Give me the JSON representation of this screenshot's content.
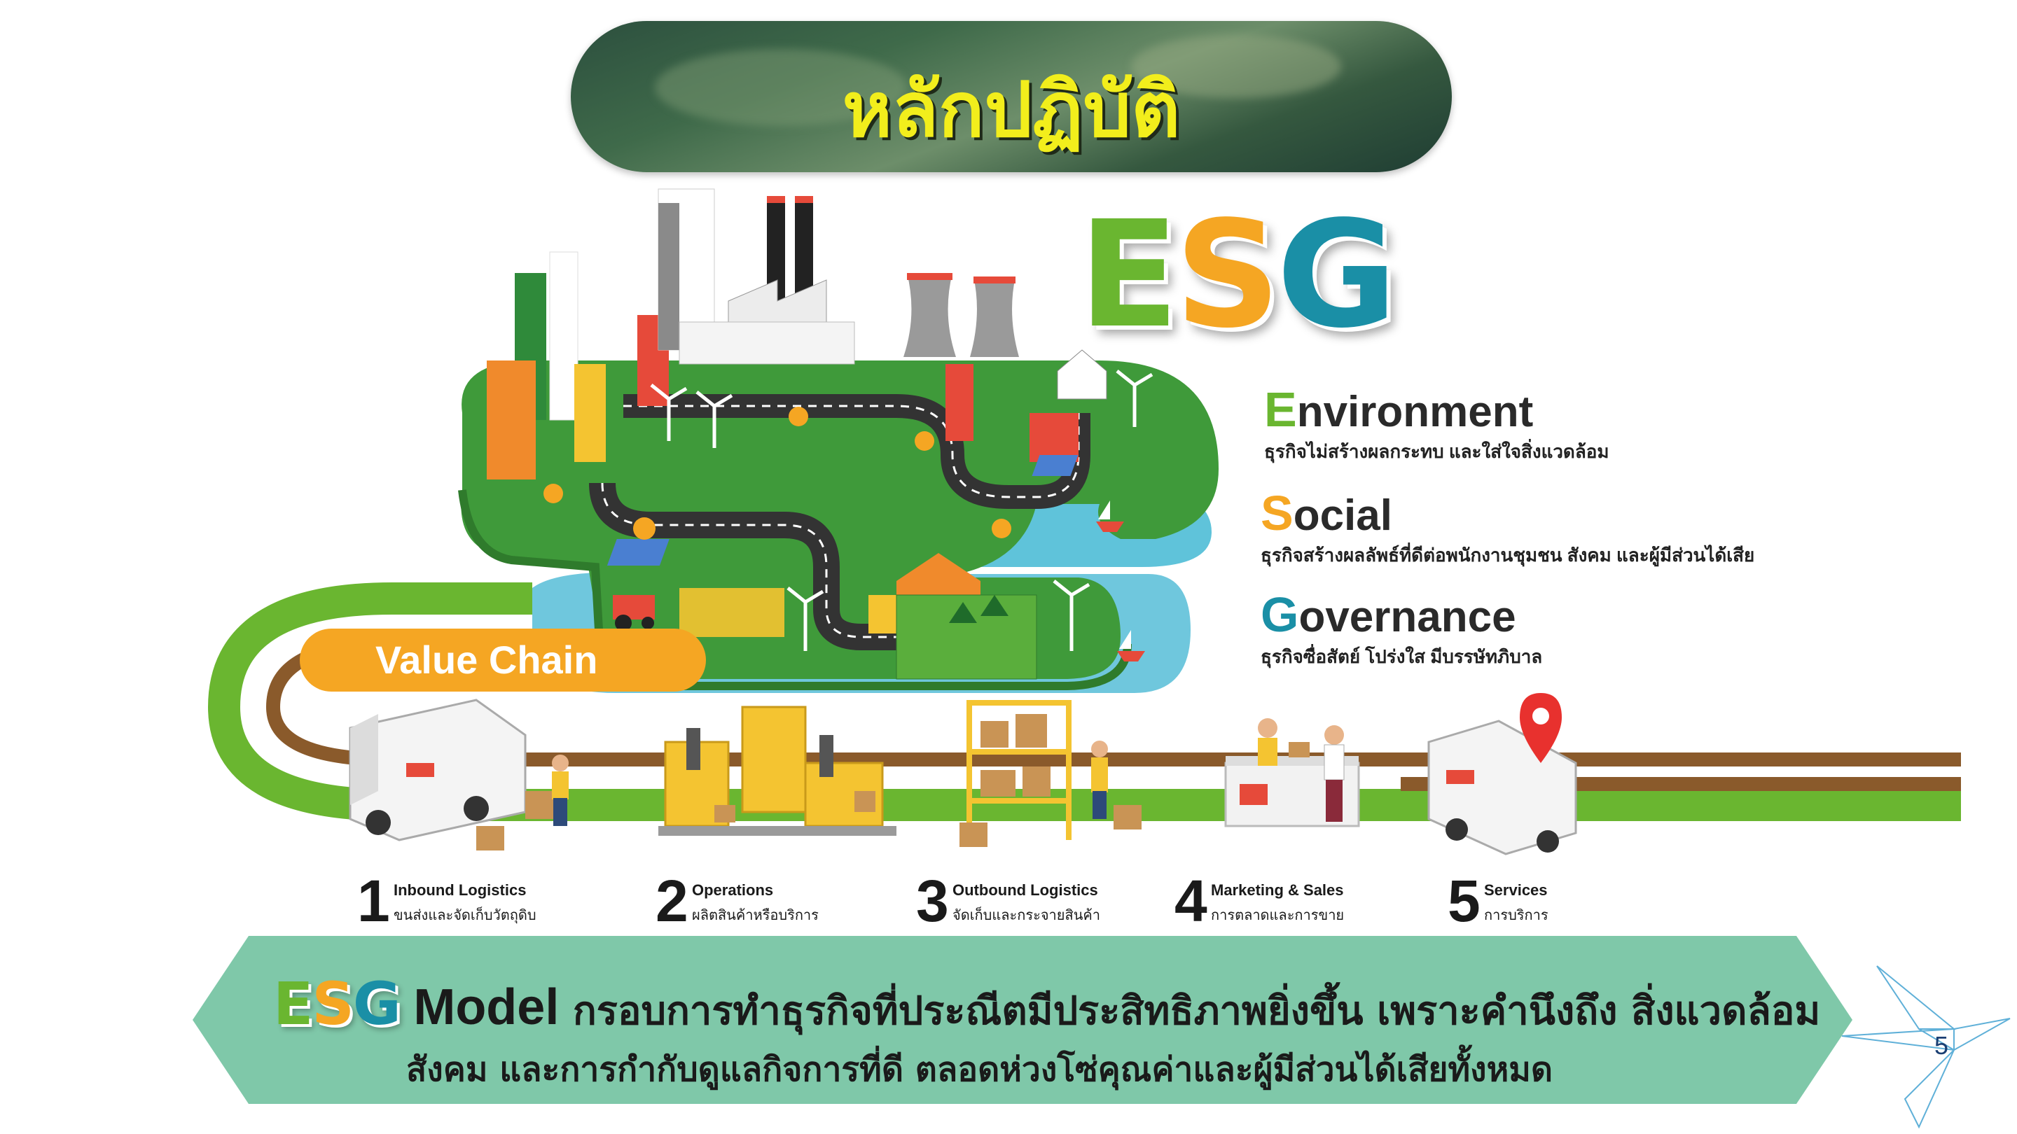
{
  "title": "หลักปฏิบัติ",
  "esg_logo": {
    "e": "E",
    "s": "S",
    "g": "G"
  },
  "colors": {
    "green": "#6ab630",
    "orange": "#f5a623",
    "teal": "#1a8fa6",
    "banner_fill": "#7fc8a9",
    "title_yellow": "#f2ee1c"
  },
  "pillars": [
    {
      "first": "E",
      "rest": "nvironment",
      "desc": "ธุรกิจไม่สร้างผลกระทบ และใส่ใจสิ่งแวดล้อม"
    },
    {
      "first": "S",
      "rest": "ocial",
      "desc": "ธุรกิจสร้างผลลัพธ์ที่ดีต่อพนักงานชุมชน สังคม และผู้มีส่วนได้เสีย"
    },
    {
      "first": "G",
      "rest": "overnance",
      "desc": "ธุรกิจซื่อสัตย์ โปร่งใส มีบรรษัทภิบาล"
    }
  ],
  "value_chain_label": "Value Chain",
  "steps": [
    {
      "num": "1",
      "en": "Inbound Logistics",
      "th": "ขนส่งและจัดเก็บวัตถุดิบ"
    },
    {
      "num": "2",
      "en": "Operations",
      "th": "ผลิตสินค้าหรือบริการ"
    },
    {
      "num": "3",
      "en": "Outbound Logistics",
      "th": "จัดเก็บและกระจายสินค้า"
    },
    {
      "num": "4",
      "en": "Marketing & Sales",
      "th": "การตลาดและการขาย"
    },
    {
      "num": "5",
      "en": "Services",
      "th": "การบริการ"
    }
  ],
  "model": {
    "esg": {
      "e": "E",
      "s": "S",
      "g": "G"
    },
    "model_word": "Model",
    "line1": "กรอบการทำธุรกิจที่ประณีตมีประสิทธิภาพยิ่งขึ้น เพราะคำนึงถึง สิ่งแวดล้อม",
    "line2": "สังคม และการกำกับดูแลกิจการที่ดี ตลอดห่วงโซ่คุณค่าและผู้มีส่วนได้เสียทั้งหมด"
  },
  "page_number": "5",
  "icons": [
    "factory-city-illustration",
    "delivery-truck-icon",
    "factory-workers-icon",
    "warehouse-shelf-icon",
    "sales-counter-icon",
    "location-pin-icon",
    "origami-bird-icon"
  ]
}
